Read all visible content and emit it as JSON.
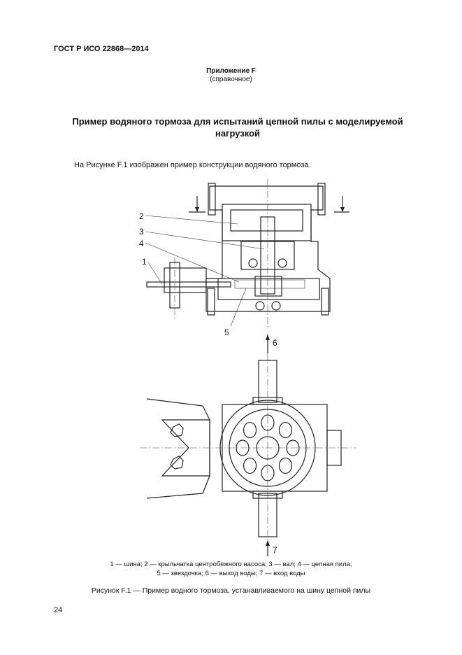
{
  "header": {
    "standard": "ГОСТ Р ИСО 22868—2014"
  },
  "annex": {
    "title": "Приложение F",
    "subtitle": "(справочное)"
  },
  "section_title": "Пример водяного тормоза для испытаний цепной пилы с моделируемой нагрузкой",
  "intro": "На Рисунке F.1 изображен пример конструкции водяного тормоза.",
  "figure": {
    "labels": {
      "l1": "1",
      "l2": "2",
      "l3": "3",
      "l4": "4",
      "l5": "5",
      "l6": "6",
      "l7": "7"
    },
    "legend_line1": "1 — шина; 2 — крыльчатка центробежного насоса; 3 — вал; 4 — цепная пила;",
    "legend_line2": "5 — звездочка; 6 — выход воды; 7 — вход воды",
    "caption": "Рисунок F.1 — Пример водного тормоза, устанавливаемого на шину цепной пилы"
  },
  "page_number": "24"
}
